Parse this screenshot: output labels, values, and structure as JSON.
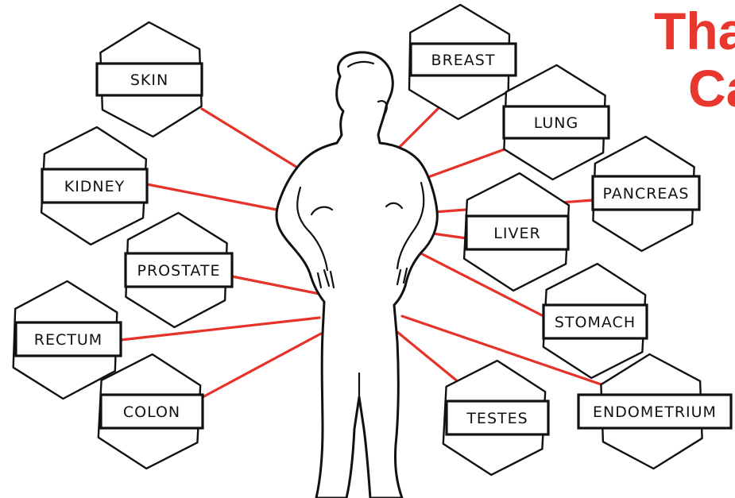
{
  "title": {
    "line1": "Tha",
    "line2": "Ca"
  },
  "colors": {
    "accent": "#e8372c",
    "connector": "#e63229",
    "ink": "#111111",
    "background": "#ffffff"
  },
  "organs": [
    {
      "id": "skin",
      "label": "SKIN"
    },
    {
      "id": "kidney",
      "label": "KIDNEY"
    },
    {
      "id": "prostate",
      "label": "PROSTATE"
    },
    {
      "id": "rectum",
      "label": "RECTUM"
    },
    {
      "id": "colon",
      "label": "COLON"
    },
    {
      "id": "breast",
      "label": "BREAST"
    },
    {
      "id": "lung",
      "label": "LUNG"
    },
    {
      "id": "pancreas",
      "label": "PANCREAS"
    },
    {
      "id": "liver",
      "label": "LIVER"
    },
    {
      "id": "stomach",
      "label": "STOMACH"
    },
    {
      "id": "endometrium",
      "label": "ENDOMETRIUM"
    },
    {
      "id": "testes",
      "label": "TESTES"
    }
  ]
}
